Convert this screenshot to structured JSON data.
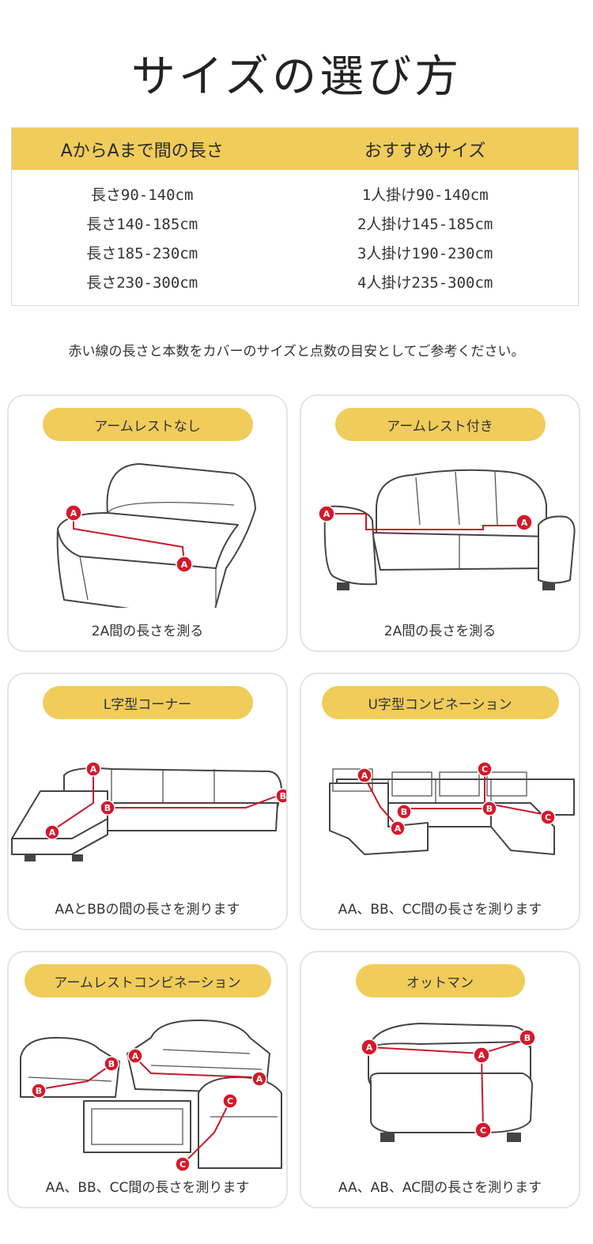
{
  "title": "サイズの選び方",
  "size_table": {
    "header_left": "AからAまで間の長さ",
    "header_right": "おすすめサイズ",
    "lengths": [
      "長さ90-140cm",
      "長さ140-185cm",
      "長さ185-230cm",
      "長さ230-300cm"
    ],
    "sizes": [
      "1人掛け90-140cm",
      "2人掛け145-185cm",
      "3人掛け190-230cm",
      "4人掛け235-300cm"
    ]
  },
  "note": "赤い線の長さと本数をカバーのサイズと点数の目安としてご参考ください。",
  "cards": [
    {
      "label": "アームレストなし",
      "caption": "2A間の長さを測る"
    },
    {
      "label": "アームレスト付き",
      "caption": "2A間の長さを測る"
    },
    {
      "label": "L字型コーナー",
      "caption": "AAとBBの間の長さを測ります"
    },
    {
      "label": "U字型コンビネーション",
      "caption": "AA、BB、CC間の長さを測ります"
    },
    {
      "label": "アームレストコンビネーション",
      "caption": "AA、BB、CC間の長さを測ります"
    },
    {
      "label": "オットマン",
      "caption": "AA、AB、AC間の長さを測ります"
    }
  ],
  "markers": {
    "a": "A",
    "b": "B",
    "c": "C"
  },
  "colors": {
    "accent": "#f0cc5a",
    "marker": "#d4192a",
    "line": "#c8192a"
  }
}
